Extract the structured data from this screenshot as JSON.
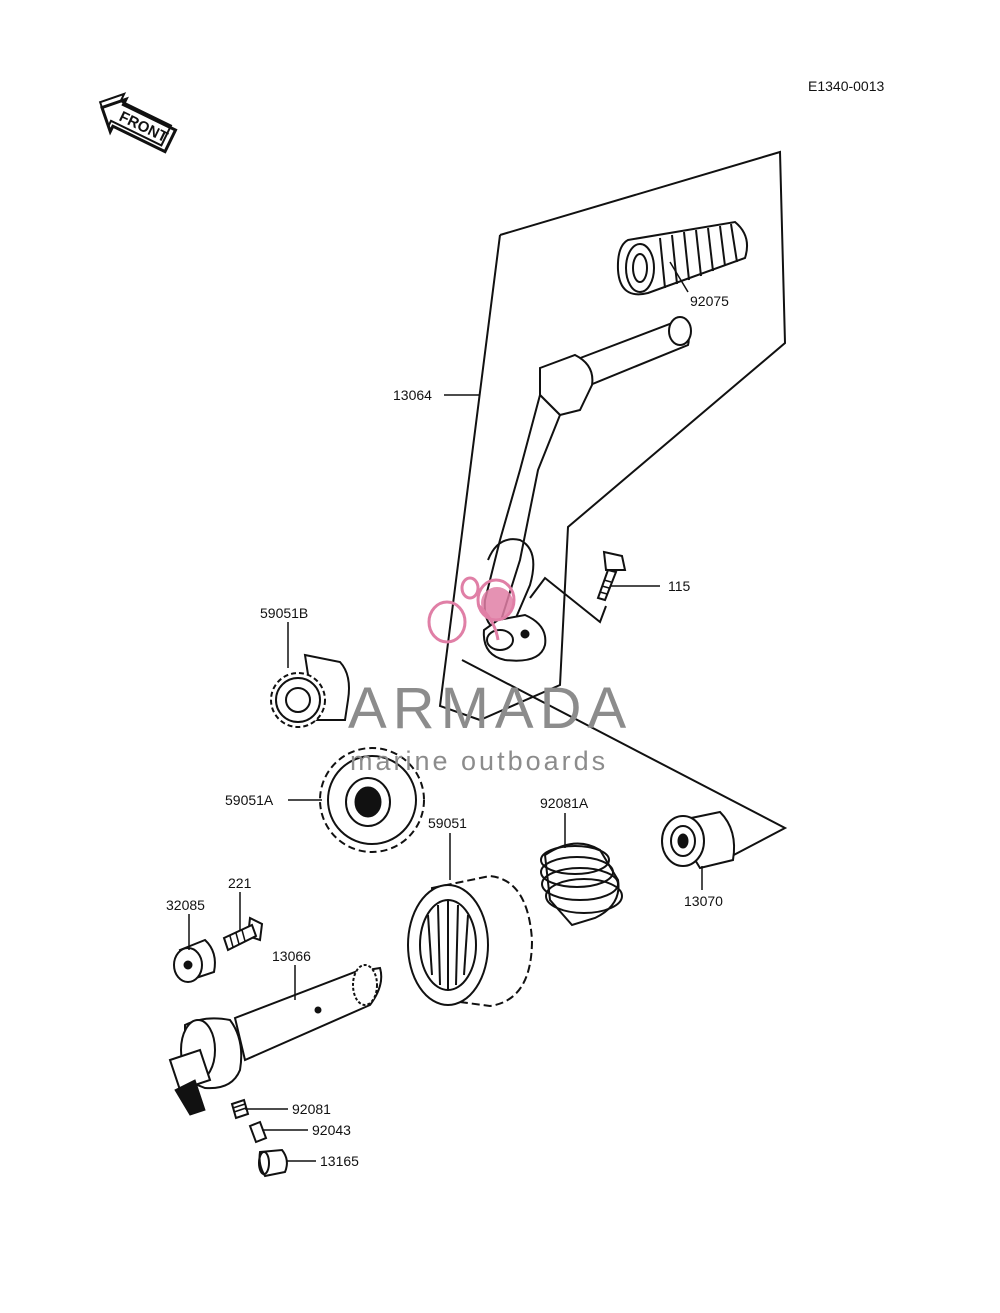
{
  "diagram": {
    "figure_code": "E1340-0013",
    "front_label": "FRONT",
    "part_labels": {
      "p92075": "92075",
      "p13064": "13064",
      "p115": "115",
      "p59051B": "59051B",
      "p59051A": "59051A",
      "p59051": "59051",
      "p92081A": "92081A",
      "p13070": "13070",
      "p221": "221",
      "p32085": "32085",
      "p13066": "13066",
      "p92081": "92081",
      "p92043": "92043",
      "p13165": "13165"
    }
  },
  "watermark": {
    "title": "ARMADA",
    "subtitle": "marine outboards",
    "color": "#e07fa6",
    "text_color": "#8c8c8c"
  }
}
